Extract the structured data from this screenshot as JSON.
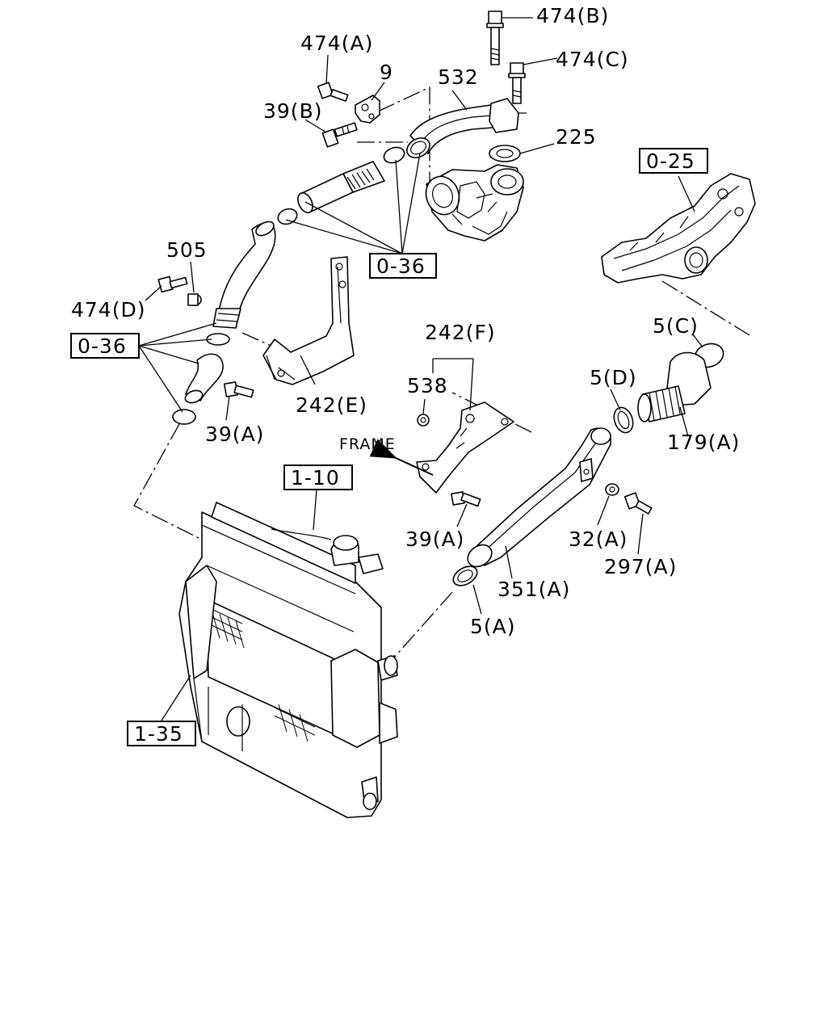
{
  "labels": {
    "l474b": "474(B)",
    "l474a": "474(A)",
    "l9": "9",
    "l532": "532",
    "l474c": "474(C)",
    "l39b": "39(B)",
    "l225": "225",
    "l505": "505",
    "l474d": "474(D)",
    "l242f": "242(F)",
    "l5c": "5(C)",
    "l538": "538",
    "l5d": "5(D)",
    "l242e": "242(E)",
    "l39a_left": "39(A)",
    "l179a": "179(A)",
    "frame": "FRAME",
    "l39a_mid": "39(A)",
    "l32a": "32(A)",
    "l297a": "297(A)",
    "l351a": "351(A)",
    "l5a": "5(A)"
  },
  "refs": {
    "r036_top": "0-36",
    "r036_left": "0-36",
    "r025": "0-25",
    "r110": "1-10",
    "r135": "1-35"
  }
}
